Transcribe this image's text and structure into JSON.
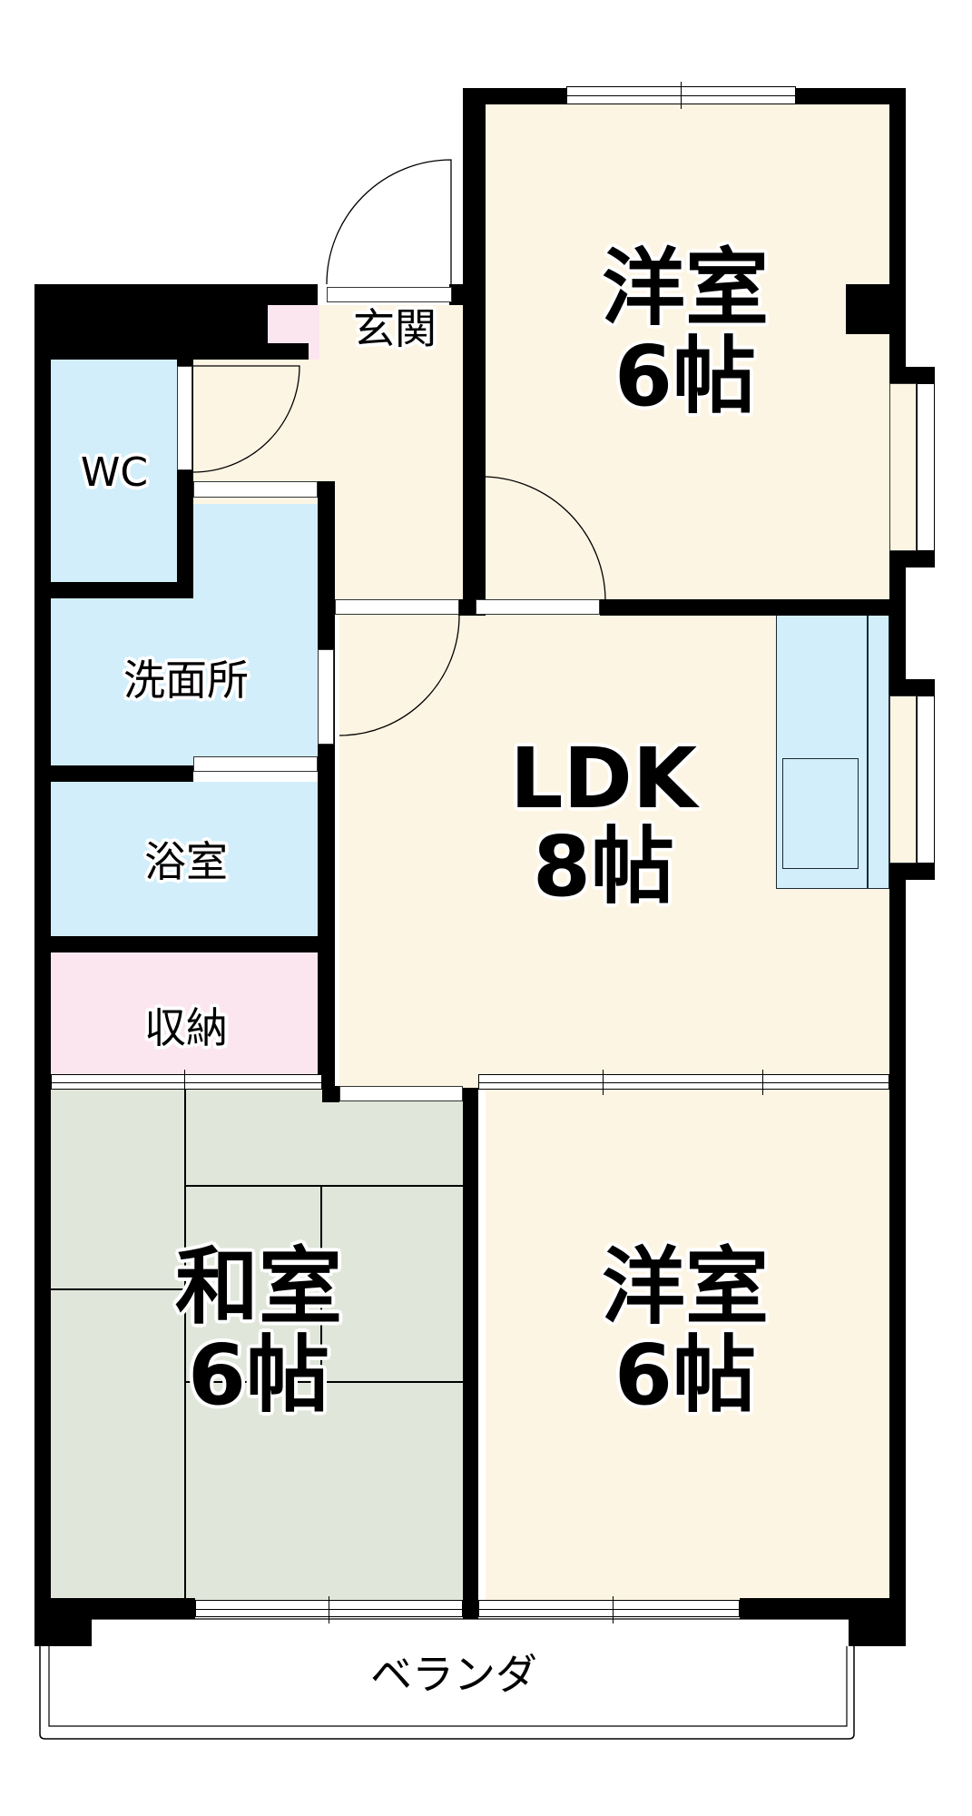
{
  "floorplan": {
    "rooms": [
      {
        "id": "western-room-north",
        "name": "洋室",
        "size": "6帖",
        "type": "western"
      },
      {
        "id": "ldk",
        "name": "LDK",
        "size": "8帖",
        "type": "living-dining-kitchen"
      },
      {
        "id": "western-room-south",
        "name": "洋室",
        "size": "6帖",
        "type": "western"
      },
      {
        "id": "japanese-room",
        "name": "和室",
        "size": "6帖",
        "type": "japanese"
      },
      {
        "id": "entrance",
        "name": "玄関",
        "type": "entrance"
      },
      {
        "id": "wc",
        "name": "WC",
        "type": "toilet"
      },
      {
        "id": "washroom",
        "name": "洗面所",
        "type": "washroom"
      },
      {
        "id": "bathroom",
        "name": "浴室",
        "type": "bath"
      },
      {
        "id": "storage",
        "name": "収納",
        "type": "storage"
      },
      {
        "id": "veranda",
        "name": "ベランダ",
        "type": "veranda"
      }
    ],
    "colors": {
      "wall": "#000000",
      "floor_cream": "#fdf5e3",
      "floor_blue": "#d1eefa",
      "floor_pink": "#fbe6f0",
      "floor_tatami": "#e0e6da",
      "window": "#ffffff"
    },
    "icons": {
      "door_swing": "door-swing-icon",
      "window": "window-icon",
      "kitchen_counter": "kitchen-counter-icon",
      "sink": "sink-icon",
      "tatami": "tatami-mat-icon"
    }
  }
}
